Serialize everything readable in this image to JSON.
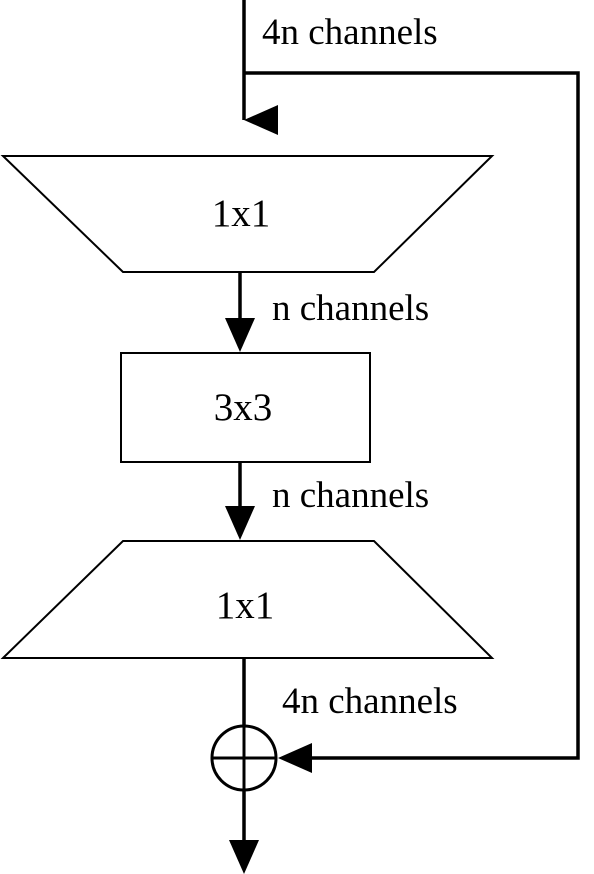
{
  "diagram": {
    "input_label": "4n channels",
    "reduce_block": {
      "label": "1x1"
    },
    "reduced_label": "n channels",
    "conv_block": {
      "label": "3x3"
    },
    "conv_out_label": "n channels",
    "expand_block": {
      "label": "1x1"
    },
    "output_label": "4n channels"
  },
  "colors": {
    "stroke": "#000000",
    "fill": "#ffffff",
    "text": "#000000"
  }
}
